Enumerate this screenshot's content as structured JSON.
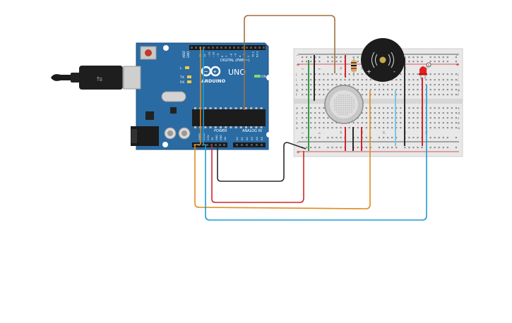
{
  "arduino": {
    "brand": "ARDUINO",
    "model": "UNO",
    "digital_label": "DIGITAL (PWM~)",
    "power_label": "POWER",
    "analog_label": "ANALOG IN",
    "on_label": "ON",
    "led_labels": [
      "L",
      "TX",
      "RX"
    ],
    "aref_label": "AREF",
    "gnd_label": "GND",
    "digital_pins": [
      "13",
      "12",
      "~11",
      "~10",
      "~9",
      "8",
      "7",
      "~6",
      "~5",
      "4",
      "~3",
      "2",
      "TX 1",
      "RX 0"
    ],
    "power_pins": [
      "IOREF",
      "RESET",
      "3.3V",
      "5V",
      "GND",
      "GND",
      "Vin"
    ],
    "analog_pins": [
      "A0",
      "A1",
      "A2",
      "A3",
      "A4",
      "A5"
    ]
  },
  "breadboard": {
    "rail_plus": "+",
    "rail_minus": "-",
    "rows_top": [
      "j",
      "i",
      "h",
      "g",
      "f"
    ],
    "rows_bottom": [
      "e",
      "d",
      "c",
      "b",
      "a"
    ],
    "column_numbers": [
      "1",
      "5",
      "10",
      "15",
      "20",
      "25",
      "30"
    ]
  },
  "buzzer": {
    "plus": "+",
    "minus": "-"
  },
  "colors": {
    "board": "#2a6ba3",
    "board_dark": "#1f5484",
    "breadboard": "#e8e8e8",
    "wire_brown": "#a0713e",
    "wire_orange": "#e08a1e",
    "wire_blue": "#1e9bd7",
    "wire_red": "#d0262b",
    "wire_black": "#2b2b2b",
    "wire_green": "#2ea043",
    "wire_lightblue": "#7cc4e4",
    "led_red": "#e51f1f"
  }
}
